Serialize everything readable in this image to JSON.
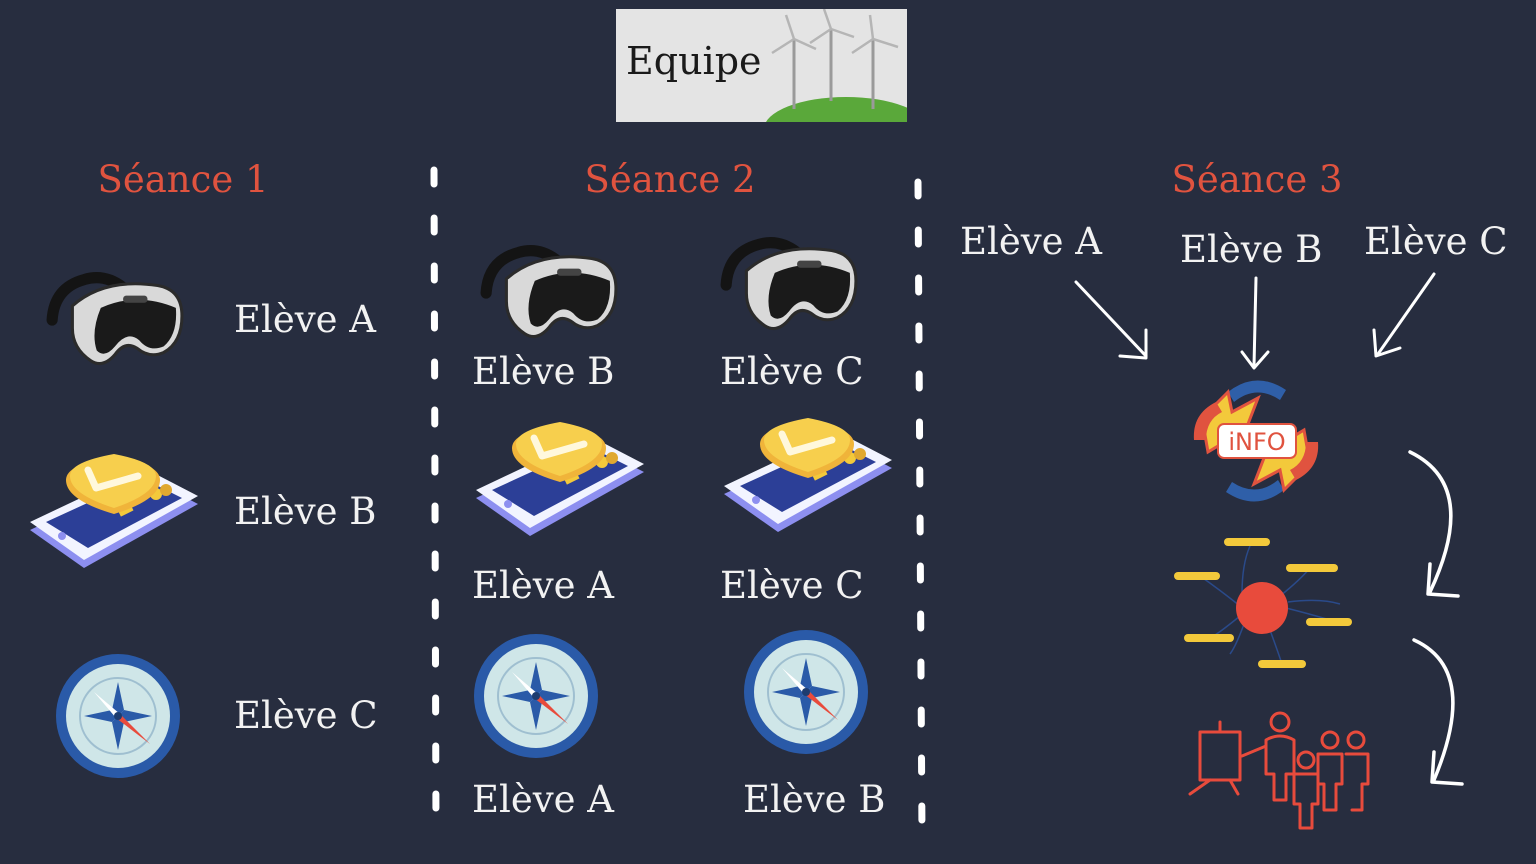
{
  "header": {
    "title": "Equipe",
    "image_icon": "wind-turbines-icon"
  },
  "sessions": [
    {
      "title": "Séance 1",
      "rows": [
        {
          "icon": "vr-headset-icon",
          "student": "Elève A"
        },
        {
          "icon": "secure-payment-phone-icon",
          "student": "Elève B"
        },
        {
          "icon": "compass-icon",
          "student": "Elève C"
        }
      ]
    },
    {
      "title": "Séance 2",
      "rows": [
        {
          "icon": "vr-headset-icon",
          "students": [
            "Elève B",
            "Elève C"
          ]
        },
        {
          "icon": "secure-payment-phone-icon",
          "students": [
            "Elève A",
            "Elève C"
          ]
        },
        {
          "icon": "compass-icon",
          "students": [
            "Elève A",
            "Elève B"
          ]
        }
      ]
    },
    {
      "title": "Séance 3",
      "students": [
        "Elève A",
        "Elève B",
        "Elève C"
      ],
      "steps": [
        "info-exchange-icon",
        "mind-map-icon",
        "presentation-icon"
      ]
    }
  ],
  "colors": {
    "background": "#272d3f",
    "session_title": "#e0533f",
    "label": "#f2f2f2",
    "accent_yellow": "#f3c93b",
    "accent_blue": "#2f5fa8"
  }
}
